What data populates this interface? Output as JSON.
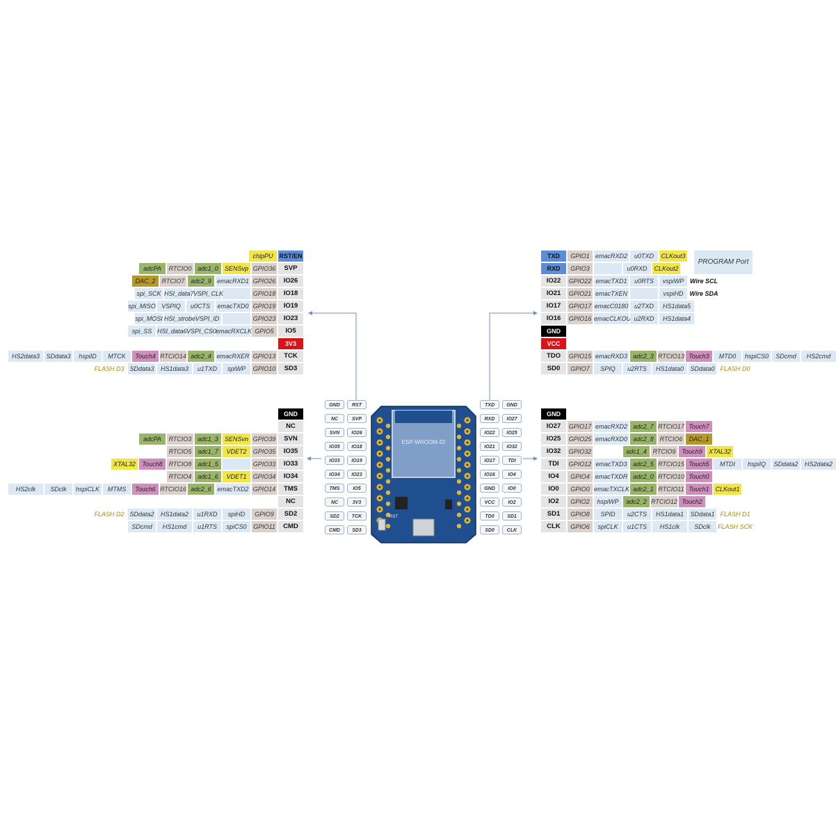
{
  "top_left": {
    "rows": [
      [
        {
          "t": "chipPU",
          "c": "yellow"
        },
        {
          "t": "RST/EN",
          "c": "blue"
        }
      ],
      [
        {
          "t": "adcPA",
          "c": "adc"
        },
        {
          "t": "RTCIO0",
          "c": "rtc"
        },
        {
          "t": "adc1_0",
          "c": "adc"
        },
        {
          "t": "SENSvp",
          "c": "yellow"
        },
        {
          "t": "GPIO36",
          "c": "gpio"
        },
        {
          "t": "SVP",
          "c": "pin"
        }
      ],
      [
        {
          "t": "DAC_2",
          "c": "dac"
        },
        {
          "t": "RTCIO7",
          "c": "rtc"
        },
        {
          "t": "adc2_9",
          "c": "adc"
        },
        {
          "t": "emacRXD1",
          "c": "plain"
        },
        {
          "t": "GPIO26",
          "c": "gpio"
        },
        {
          "t": "IO26",
          "c": "pin"
        }
      ],
      [
        {
          "t": "spi_SCK",
          "c": "plain"
        },
        {
          "t": "HSI_data7",
          "c": "plain"
        },
        {
          "t": "VSPI_CLK",
          "c": "plain"
        },
        {
          "t": "",
          "c": "plain"
        },
        {
          "t": "GPIO18",
          "c": "gpio"
        },
        {
          "t": "IO18",
          "c": "pin"
        }
      ],
      [
        {
          "t": "spi_MISO",
          "c": "plain"
        },
        {
          "t": "VSPIQ",
          "c": "plain"
        },
        {
          "t": "u0CTS",
          "c": "plain"
        },
        {
          "t": "emacTXD0",
          "c": "plain"
        },
        {
          "t": "GPIO19",
          "c": "gpio"
        },
        {
          "t": "IO19",
          "c": "pin"
        }
      ],
      [
        {
          "t": "spi_MOSI",
          "c": "plain"
        },
        {
          "t": "HSI_strobe",
          "c": "plain"
        },
        {
          "t": "VSPI_ID",
          "c": "plain"
        },
        {
          "t": "",
          "c": "plain"
        },
        {
          "t": "GPIO23",
          "c": "gpio"
        },
        {
          "t": "IO23",
          "c": "pin"
        }
      ],
      [
        {
          "t": "spi_SS",
          "c": "plain"
        },
        {
          "t": "HSI_data6",
          "c": "plain"
        },
        {
          "t": "VSPI_CS0",
          "c": "plain"
        },
        {
          "t": "emacRXCLK",
          "c": "plain"
        },
        {
          "t": "GPIO5",
          "c": "gpio"
        },
        {
          "t": "IO5",
          "c": "pin"
        }
      ],
      [
        {
          "t": "3V3",
          "c": "red"
        }
      ],
      [
        {
          "t": "HS2data3",
          "c": "plain"
        },
        {
          "t": "SDdata3",
          "c": "plain"
        },
        {
          "t": "hspiID",
          "c": "plain"
        },
        {
          "t": "MTCK",
          "c": "plain"
        },
        {
          "t": "Touch4",
          "c": "touch"
        },
        {
          "t": "RTCIO14",
          "c": "rtc"
        },
        {
          "t": "adc2_4",
          "c": "adc"
        },
        {
          "t": "emacRXER",
          "c": "plain"
        },
        {
          "t": "GPIO13",
          "c": "gpio"
        },
        {
          "t": "TCK",
          "c": "pin"
        }
      ],
      [
        {
          "t": "FLASH D3",
          "c": "flash"
        },
        {
          "t": "SDdata3",
          "c": "plain"
        },
        {
          "t": "HS1data3",
          "c": "plain"
        },
        {
          "t": "u1TXD",
          "c": "plain"
        },
        {
          "t": "spiWP",
          "c": "plain"
        },
        {
          "t": "GPIO10",
          "c": "gpio"
        },
        {
          "t": "SD3",
          "c": "pin"
        }
      ]
    ]
  },
  "bottom_left": {
    "rows": [
      [
        {
          "t": "GND",
          "c": "black"
        }
      ],
      [
        {
          "t": "NC",
          "c": "pin"
        }
      ],
      [
        {
          "t": "adcPA",
          "c": "adc"
        },
        {
          "t": "RTCIO3",
          "c": "rtc"
        },
        {
          "t": "adc1_3",
          "c": "adc"
        },
        {
          "t": "SENSvn",
          "c": "yellow"
        },
        {
          "t": "GPIO39",
          "c": "gpio"
        },
        {
          "t": "SVN",
          "c": "pin"
        }
      ],
      [
        {
          "t": "RTCIO5",
          "c": "rtc"
        },
        {
          "t": "adc1_7",
          "c": "adc"
        },
        {
          "t": "VDET2",
          "c": "yellow"
        },
        {
          "t": "GPIO35",
          "c": "gpio"
        },
        {
          "t": "IO35",
          "c": "pin"
        }
      ],
      [
        {
          "t": "XTAL32",
          "c": "yellow"
        },
        {
          "t": "Touch8",
          "c": "touch"
        },
        {
          "t": "RTCIO8",
          "c": "rtc"
        },
        {
          "t": "adc1_5",
          "c": "adc"
        },
        {
          "t": "",
          "c": "plain"
        },
        {
          "t": "GPIO33",
          "c": "gpio"
        },
        {
          "t": "IO33",
          "c": "pin"
        }
      ],
      [
        {
          "t": "RTCIO4",
          "c": "rtc"
        },
        {
          "t": "adc1_6",
          "c": "adc"
        },
        {
          "t": "VDET1",
          "c": "yellow"
        },
        {
          "t": "GPIO34",
          "c": "gpio"
        },
        {
          "t": "IO34",
          "c": "pin"
        }
      ],
      [
        {
          "t": "HS2clk",
          "c": "plain"
        },
        {
          "t": "SDclk",
          "c": "plain"
        },
        {
          "t": "hspiCLK",
          "c": "plain"
        },
        {
          "t": "MTMS",
          "c": "plain"
        },
        {
          "t": "Touch6",
          "c": "touch"
        },
        {
          "t": "RTCIO16",
          "c": "rtc"
        },
        {
          "t": "adc2_6",
          "c": "adc"
        },
        {
          "t": "emacTXD2",
          "c": "plain"
        },
        {
          "t": "GPIO14",
          "c": "gpio"
        },
        {
          "t": "TMS",
          "c": "pin"
        }
      ],
      [
        {
          "t": "NC",
          "c": "pin"
        }
      ],
      [
        {
          "t": "FLASH D2",
          "c": "flash"
        },
        {
          "t": "SDdata2",
          "c": "plain"
        },
        {
          "t": "HS1data2",
          "c": "plain"
        },
        {
          "t": "u1RXD",
          "c": "plain"
        },
        {
          "t": "spiHD",
          "c": "plain"
        },
        {
          "t": "GPIO9",
          "c": "gpio"
        },
        {
          "t": "SD2",
          "c": "pin"
        }
      ],
      [
        {
          "t": "SDcmd",
          "c": "plain"
        },
        {
          "t": "HS1cmd",
          "c": "plain"
        },
        {
          "t": "u1RTS",
          "c": "plain"
        },
        {
          "t": "spiCS0",
          "c": "plain"
        },
        {
          "t": "GPIO11",
          "c": "gpio"
        },
        {
          "t": "CMD",
          "c": "pin"
        }
      ]
    ]
  },
  "top_right": {
    "rows": [
      [
        {
          "t": "TXD",
          "c": "blue"
        },
        {
          "t": "GPIO1",
          "c": "gpio"
        },
        {
          "t": "emacRXD2",
          "c": "plain"
        },
        {
          "t": "u0TXD",
          "c": "plain"
        },
        {
          "t": "CLKout3",
          "c": "yellow"
        }
      ],
      [
        {
          "t": "RXD",
          "c": "blue"
        },
        {
          "t": "GPIO3",
          "c": "gpio"
        },
        {
          "t": "",
          "c": "plain"
        },
        {
          "t": "u0RXD",
          "c": "plain"
        },
        {
          "t": "CLKout2",
          "c": "yellow"
        }
      ],
      [
        {
          "t": "IO22",
          "c": "pin"
        },
        {
          "t": "GPIO22",
          "c": "gpio"
        },
        {
          "t": "emacTXD1",
          "c": "plain"
        },
        {
          "t": "u0RTS",
          "c": "plain"
        },
        {
          "t": "vspiWP",
          "c": "plain"
        },
        {
          "t": "Wire SCL",
          "c": "bold"
        }
      ],
      [
        {
          "t": "IO21",
          "c": "pin"
        },
        {
          "t": "GPIO21",
          "c": "gpio"
        },
        {
          "t": "emacTXEN",
          "c": "plain"
        },
        {
          "t": "",
          "c": "plain"
        },
        {
          "t": "vspiHD",
          "c": "plain"
        },
        {
          "t": "Wire SDA",
          "c": "bold"
        }
      ],
      [
        {
          "t": "IO17",
          "c": "pin"
        },
        {
          "t": "GPIO17",
          "c": "gpio"
        },
        {
          "t": "emacC0180",
          "c": "plain"
        },
        {
          "t": "u2TXD",
          "c": "plain"
        },
        {
          "t": "HS1data5",
          "c": "plain"
        }
      ],
      [
        {
          "t": "IO16",
          "c": "pin"
        },
        {
          "t": "GPIO16",
          "c": "gpio"
        },
        {
          "t": "emacCLKOUT",
          "c": "plain"
        },
        {
          "t": "u2RXD",
          "c": "plain"
        },
        {
          "t": "HS1data4",
          "c": "plain"
        }
      ],
      [
        {
          "t": "GND",
          "c": "black"
        }
      ],
      [
        {
          "t": "VCC",
          "c": "red"
        }
      ],
      [
        {
          "t": "TDO",
          "c": "pin"
        },
        {
          "t": "GPIO15",
          "c": "gpio"
        },
        {
          "t": "emacRXD3",
          "c": "plain"
        },
        {
          "t": "adc2_3",
          "c": "adc"
        },
        {
          "t": "RTCIO13",
          "c": "rtc"
        },
        {
          "t": "Touch3",
          "c": "touch"
        },
        {
          "t": "MTD0",
          "c": "plain"
        },
        {
          "t": "hspiCS0",
          "c": "plain"
        },
        {
          "t": "SDcmd",
          "c": "plain"
        },
        {
          "t": "HS2cmd",
          "c": "plain"
        }
      ],
      [
        {
          "t": "SD0",
          "c": "pin"
        },
        {
          "t": "GPIO7",
          "c": "gpio"
        },
        {
          "t": "SPIQ",
          "c": "plain"
        },
        {
          "t": "u2RTS",
          "c": "plain"
        },
        {
          "t": "HS1data0",
          "c": "plain"
        },
        {
          "t": "SDdata0",
          "c": "plain"
        },
        {
          "t": "FLASH D0",
          "c": "flash"
        }
      ]
    ],
    "program_port": "PROGRAM Port"
  },
  "bottom_right": {
    "rows": [
      [
        {
          "t": "GND",
          "c": "black"
        }
      ],
      [
        {
          "t": "IO27",
          "c": "pin"
        },
        {
          "t": "GPIO17",
          "c": "gpio"
        },
        {
          "t": "emacRXD2",
          "c": "plain"
        },
        {
          "t": "adc2_7",
          "c": "adc"
        },
        {
          "t": "RTCIO17",
          "c": "rtc"
        },
        {
          "t": "Touch7",
          "c": "touch"
        }
      ],
      [
        {
          "t": "IO25",
          "c": "pin"
        },
        {
          "t": "GPIO25",
          "c": "gpio"
        },
        {
          "t": "emacRXD0",
          "c": "plain"
        },
        {
          "t": "adc2_8",
          "c": "adc"
        },
        {
          "t": "RTCIO6",
          "c": "rtc"
        },
        {
          "t": "DAC_1",
          "c": "dac"
        }
      ],
      [
        {
          "t": "IO32",
          "c": "pin"
        },
        {
          "t": "GPIO32",
          "c": "gpio"
        },
        {
          "t": "",
          "c": "none"
        },
        {
          "t": "adc1_4",
          "c": "adc"
        },
        {
          "t": "RTCIO9",
          "c": "rtc"
        },
        {
          "t": "Touch9",
          "c": "touch"
        },
        {
          "t": "XTAL32",
          "c": "yellow"
        }
      ],
      [
        {
          "t": "TDI",
          "c": "pin"
        },
        {
          "t": "GPIO12",
          "c": "gpio"
        },
        {
          "t": "emacTXD3",
          "c": "plain"
        },
        {
          "t": "adc2_5",
          "c": "adc"
        },
        {
          "t": "RTCIO15",
          "c": "rtc"
        },
        {
          "t": "Touch5",
          "c": "touch"
        },
        {
          "t": "MTDI",
          "c": "plain"
        },
        {
          "t": "hspiIQ",
          "c": "plain"
        },
        {
          "t": "SDdata2",
          "c": "plain"
        },
        {
          "t": "HS2data2",
          "c": "plain"
        }
      ],
      [
        {
          "t": "IO4",
          "c": "pin"
        },
        {
          "t": "GPIO4",
          "c": "gpio"
        },
        {
          "t": "emacTXDR",
          "c": "plain"
        },
        {
          "t": "adc2_0",
          "c": "adc"
        },
        {
          "t": "RTCIO10",
          "c": "rtc"
        },
        {
          "t": "Touch0",
          "c": "touch"
        }
      ],
      [
        {
          "t": "IO0",
          "c": "pin"
        },
        {
          "t": "GPIO0",
          "c": "gpio"
        },
        {
          "t": "emacTXCLK",
          "c": "plain"
        },
        {
          "t": "adc2_1",
          "c": "adc"
        },
        {
          "t": "RTCIO11",
          "c": "rtc"
        },
        {
          "t": "Touch1",
          "c": "touch"
        },
        {
          "t": "CLKout1",
          "c": "yellow"
        }
      ],
      [
        {
          "t": "IO2",
          "c": "pin"
        },
        {
          "t": "GPIO2",
          "c": "gpio"
        },
        {
          "t": "hspiWP",
          "c": "plain"
        },
        {
          "t": "adc2_2",
          "c": "adc"
        },
        {
          "t": "RTCIO12",
          "c": "rtc"
        },
        {
          "t": "Touch2",
          "c": "touch"
        }
      ],
      [
        {
          "t": "SD1",
          "c": "pin"
        },
        {
          "t": "GPIO8",
          "c": "gpio"
        },
        {
          "t": "SPID",
          "c": "plain"
        },
        {
          "t": "u2CTS",
          "c": "plain"
        },
        {
          "t": "HS1data1",
          "c": "plain"
        },
        {
          "t": "SDdata1",
          "c": "plain"
        },
        {
          "t": "FLASH D1",
          "c": "flash"
        }
      ],
      [
        {
          "t": "CLK",
          "c": "pin"
        },
        {
          "t": "GPIO6",
          "c": "gpio"
        },
        {
          "t": "spiCLK",
          "c": "plain"
        },
        {
          "t": "u1CTS",
          "c": "plain"
        },
        {
          "t": "HS1clk",
          "c": "plain"
        },
        {
          "t": "SDclk",
          "c": "plain"
        },
        {
          "t": "FLASH SCK",
          "c": "flash"
        }
      ]
    ]
  },
  "board": {
    "left_tags": [
      [
        "GND",
        "RST"
      ],
      [
        "NC",
        "SVP"
      ],
      [
        "SVN",
        "IO26"
      ],
      [
        "IO35",
        "IO18"
      ],
      [
        "IO33",
        "IO19"
      ],
      [
        "IO34",
        "IO23"
      ],
      [
        "TMS",
        "IO5"
      ],
      [
        "NC",
        "3V3"
      ],
      [
        "SD2",
        "TCK"
      ],
      [
        "CMD",
        "SD3"
      ]
    ],
    "right_tags": [
      [
        "TXD",
        "GND"
      ],
      [
        "RXD",
        "IO27"
      ],
      [
        "IO22",
        "IO25"
      ],
      [
        "IO21",
        "IO32"
      ],
      [
        "IO17",
        "TDI"
      ],
      [
        "IO16",
        "IO4"
      ],
      [
        "GND",
        "IO0"
      ],
      [
        "VCC",
        "IO2"
      ],
      [
        "TD0",
        "SD1"
      ],
      [
        "SD0",
        "CLK"
      ]
    ],
    "module_label": "ESP-WROOM-32",
    "rst_label": "RST",
    "colors": {
      "pcb": "#1f4f8f",
      "module": "#7f9fc8",
      "pad": "#e0b640"
    }
  }
}
